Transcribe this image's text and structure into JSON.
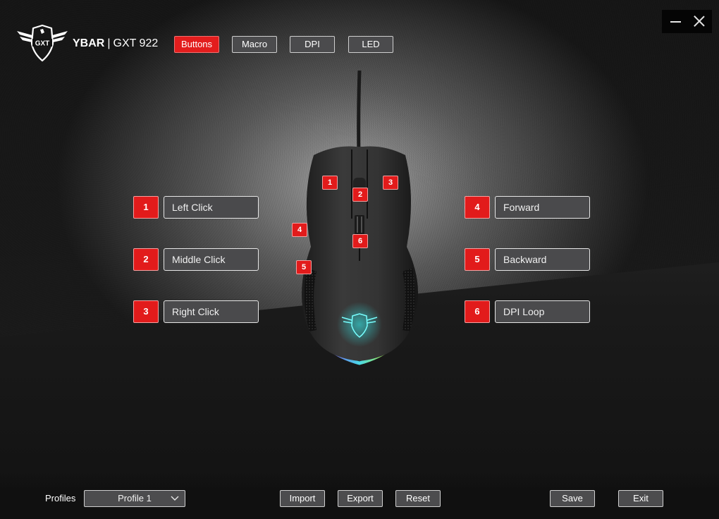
{
  "header": {
    "brand_bold": "YBAR",
    "brand_separator": "|",
    "brand_model": "GXT 922",
    "logo_text": "GXT"
  },
  "tabs": [
    {
      "label": "Buttons",
      "active": true
    },
    {
      "label": "Macro",
      "active": false
    },
    {
      "label": "DPI",
      "active": false
    },
    {
      "label": "LED",
      "active": false
    }
  ],
  "window_controls": {
    "minimize": "minimize-icon",
    "close": "close-icon"
  },
  "button_map": {
    "left": [
      {
        "num": "1",
        "label": "Left Click"
      },
      {
        "num": "2",
        "label": "Middle Click"
      },
      {
        "num": "3",
        "label": "Right Click"
      }
    ],
    "right": [
      {
        "num": "4",
        "label": "Forward"
      },
      {
        "num": "5",
        "label": "Backward"
      },
      {
        "num": "6",
        "label": "DPI Loop"
      }
    ]
  },
  "mouse_markers": [
    "1",
    "2",
    "3",
    "4",
    "5",
    "6"
  ],
  "footer": {
    "profiles_label": "Profiles",
    "profile_selected": "Profile 1",
    "import_label": "Import",
    "export_label": "Export",
    "reset_label": "Reset",
    "save_label": "Save",
    "exit_label": "Exit"
  },
  "colors": {
    "accent": "#e21b1b",
    "button_bg": "#4a4a4c",
    "button_border": "#e6e6e6",
    "background": "#1a1a1a"
  }
}
